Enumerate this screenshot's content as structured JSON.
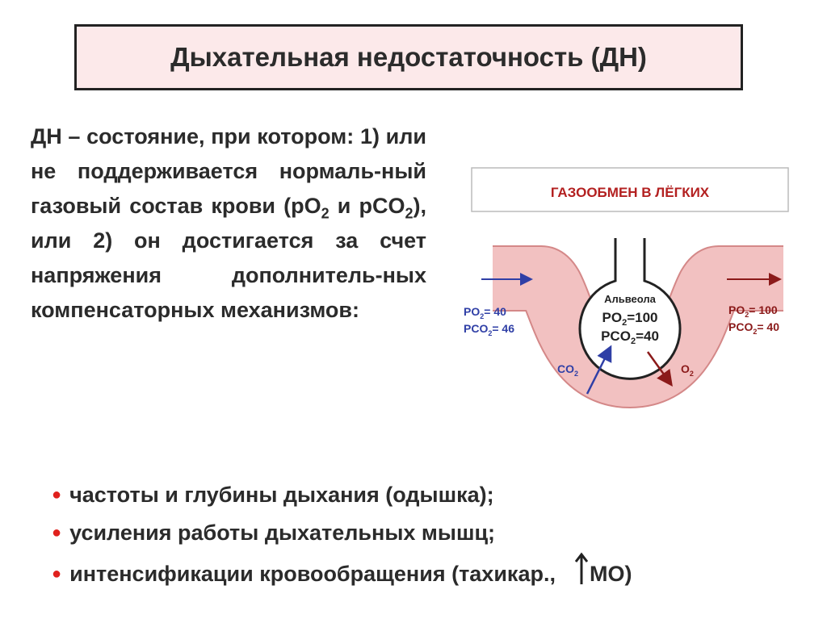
{
  "title": "Дыхательная недостаточность (ДН)",
  "definition": {
    "line1": "ДН – состояние, при котором: 1) или не поддерживается нормаль-ный газовый состав крови (pO",
    "sub1": "2",
    "mid": " и pCO",
    "sub2": "2",
    "line2": "), или 2) он достигается за счет напряжения дополнитель-ных компенсаторных механизмов:"
  },
  "bullets": [
    {
      "text": "частоты и глубины дыхания (одышка);"
    },
    {
      "text": "усиления работы дыхательных мышц;"
    },
    {
      "text": "интенсификации кровообращения (тахикар.,",
      "suffix": "МО)"
    }
  ],
  "diagram": {
    "header": "ГАЗООБМЕН В ЛЁГКИХ",
    "alveola_label": "Альвеола",
    "alveola_po2_prefix": "PO",
    "alveola_po2_value": "=100",
    "alveola_pco2_prefix": "PCO",
    "alveola_pco2_value": "=40",
    "sub": "2",
    "left_po2_prefix": "PO",
    "left_po2_value": "= 40",
    "left_pco2_prefix": "PCO",
    "left_pco2_value": "= 46",
    "right_po2_prefix": "PO",
    "right_po2_value": "= 100",
    "right_pco2_prefix": "PCO",
    "right_pco2_value": "= 40",
    "co2_prefix": "CO",
    "o2_prefix": "O"
  },
  "colors": {
    "title_bg": "#fce9ea",
    "accent_red": "#e0211d",
    "vessel_fill": "#f2c1c1",
    "vessel_stroke": "#d48888",
    "blue": "#2f3fa6",
    "dark_red": "#8b1a1a"
  }
}
